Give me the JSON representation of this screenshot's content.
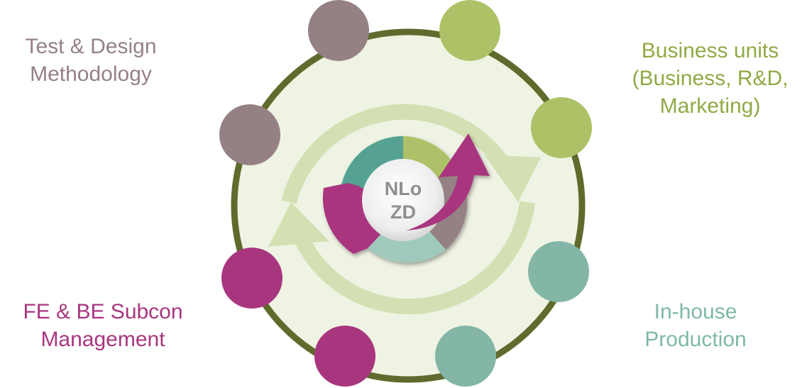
{
  "labels": {
    "top_left": {
      "line1": "Test & Design",
      "line2": "Methodology"
    },
    "top_right": {
      "line1": "Business units",
      "line2": "(Business, R&D,",
      "line3": "Marketing)"
    },
    "bottom_left": {
      "line1": "FE & BE Subcon",
      "line2": "Management"
    },
    "bottom_right": {
      "line1": "In-house",
      "line2": "Production"
    }
  },
  "core": {
    "line1": "NLo",
    "line2": "ZD"
  },
  "colors": {
    "ring": "#5f6b2c",
    "disc": "#eff3e3",
    "cycle_arrows": "#d3e0b3",
    "taupe": "#958184",
    "green": "#adc267",
    "magenta": "#a8367e",
    "teal": "#83b6a6",
    "dark_teal": "#55a292"
  }
}
